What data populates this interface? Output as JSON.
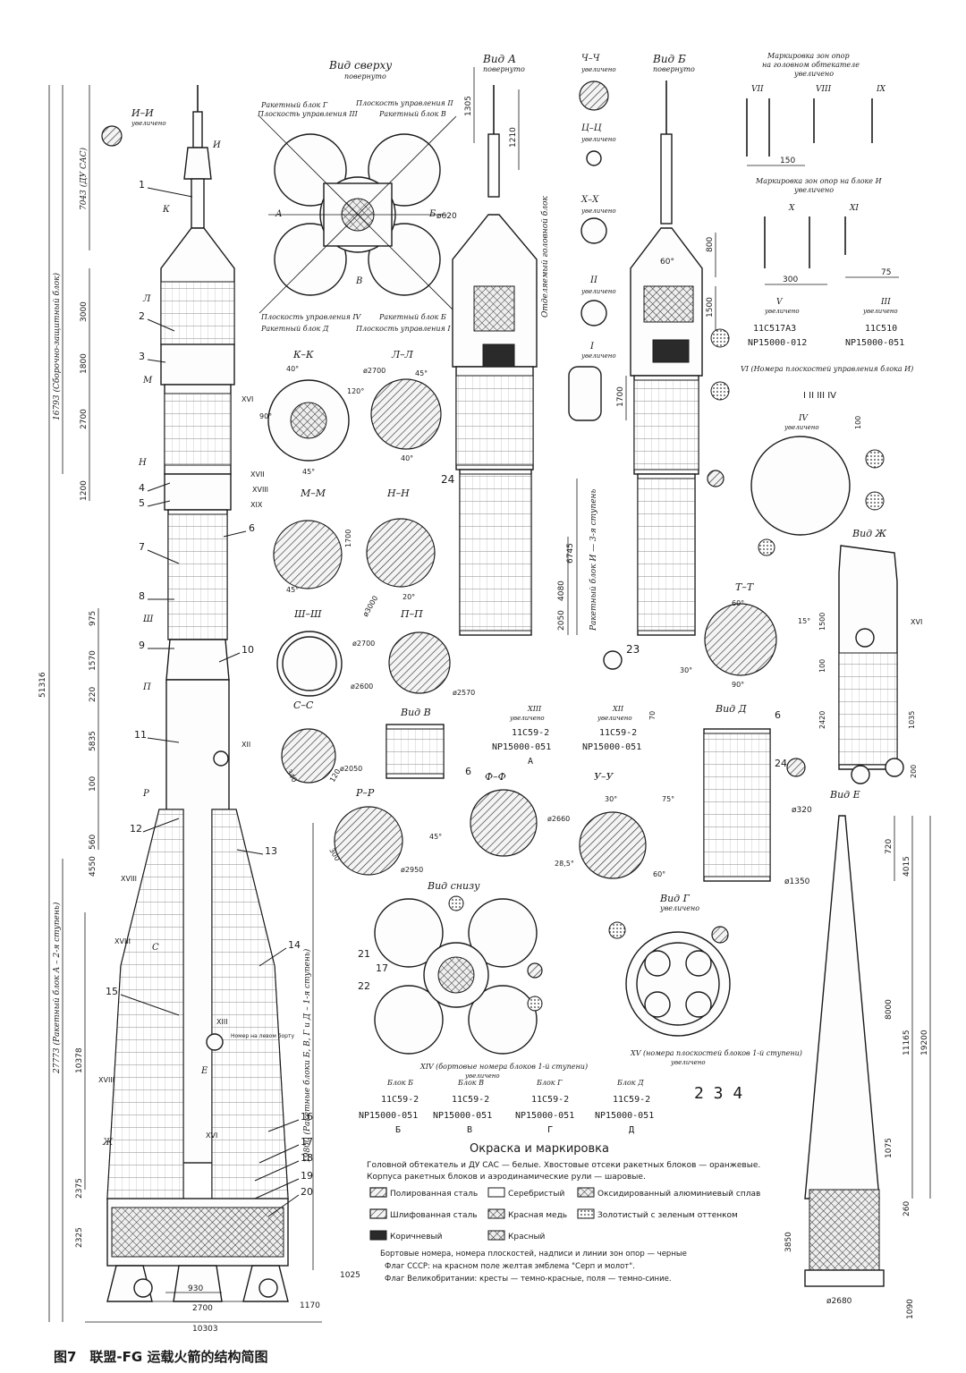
{
  "caption": "图7　联盟-FG 运载火箭的结构简图",
  "views": {
    "top": "Вид сверху",
    "top_sub": "повернуто",
    "a": "Вид А",
    "a_sub": "повернуто",
    "b": "Вид Б",
    "b_sub": "повернуто",
    "bottom": "Вид снизу",
    "g": "Вид Г",
    "g_sub": "увеличено",
    "v": "Вид В",
    "d": "Вид Д",
    "zh": "Вид Ж",
    "e": "Вид Е"
  },
  "top_view_labels": {
    "block_g": "Ракетный блок Г",
    "plane2": "Плоскость управления II",
    "plane3": "Плоскость управления III",
    "block_v": "Ракетный блок В",
    "plane4": "Плоскость управления IV",
    "block_b": "Ракетный блок Б",
    "block_d": "Ракетный блок Д",
    "plane1": "Плоскость управления I",
    "a": "А",
    "b": "Б",
    "v": "В"
  },
  "sections": {
    "ii": "И–И",
    "kk": "К–К",
    "ll": "Л–Л",
    "mm": "М–М",
    "nn": "Н–Н",
    "shsh": "Ш–Ш",
    "pp": "П–П",
    "ss": "С–С",
    "rr": "Р–Р",
    "ff": "Ф–Ф",
    "uu": "У–У",
    "tt": "Т–Т",
    "chch": "Ч–Ч",
    "tsts": "Ц–Ц",
    "xx": "Х–Х",
    "i": "I",
    "ii_roman": "II",
    "enlarged": "увеличено"
  },
  "markings": {
    "support_fairing_title": "Маркировка зон опор",
    "support_fairing_sub": "на головном обтекателе",
    "enlarged": "увеличено",
    "vii": "VII",
    "viii": "VIII",
    "ix": "IX",
    "support_block_title": "Маркировка зон опор на блоке И",
    "x": "X",
    "xi": "XI",
    "dim150": "150",
    "dim300": "300",
    "dim75": "75",
    "v_code1": "11С517А3",
    "v_code2": "NP15000-012",
    "iii_code1": "11С510",
    "iii_code2": "NP15000-051",
    "v_label": "V",
    "iii_label": "III",
    "planes_title": "VI (Номера плоскостей управления блока И)",
    "planes": "I  II  III  IV",
    "iv": "IV",
    "dim100": "100"
  },
  "board_numbers": {
    "xiii": "XIII",
    "xii": "XII",
    "code_a1": "11С59-2",
    "code_a2": "NP15000-051",
    "code_a3": "А",
    "code_b1": "11С59-2",
    "code_b2": "NP15000-051",
    "dim70": "70"
  },
  "blocks": [
    {
      "name": "Блок Б",
      "c1": "11С59-2",
      "c2": "NP15000-051",
      "letter": "Б"
    },
    {
      "name": "Блок В",
      "c1": "11С59-2",
      "c2": "NP15000-051",
      "letter": "В"
    },
    {
      "name": "Блок Г",
      "c1": "11С59-2",
      "c2": "NP15000-051",
      "letter": "Г"
    },
    {
      "name": "Блок Д",
      "c1": "11С59-2",
      "c2": "NP15000-051",
      "letter": "Д"
    }
  ],
  "xiv_title": "XIV (бортовые номера блоков 1-й ступени)",
  "xv_title": "XV (номера плоскостей блоков 1-й ступени)",
  "digits": "2 3 4",
  "paint": {
    "title": "Окраска и маркировка",
    "line1": "Головной обтекатель и ДУ САС — белые. Хвостовые отсеки ракетных блоков — оранжевые.",
    "line2": "Корпуса ракетных блоков  и аэродинамические рули — шаровые.",
    "legend": [
      "Полированная сталь",
      "Серебристый",
      "Оксидированный алюминиевый сплав",
      "Шлифованная сталь",
      "Красная медь",
      "Золотистый с зеленым оттенком",
      "Коричневый",
      "Красный"
    ],
    "note1": "Бортовые номера, номера плоскостей, надписи и линии зон опор — черные",
    "note2": "Флаг СССР: на красном поле желтая  эмблема \"Серп и молот\".",
    "note3": "Флаг Великобритании: кресты  — темно-красные, поля — темно-синие."
  },
  "main_dims": {
    "d51316": "51316",
    "d16793": "16793 (Сборочно-защитный блок)",
    "d7043": "7043 (ДУ САС)",
    "d3000": "3000",
    "d1800": "1800",
    "d2700": "2700",
    "d1200": "1200",
    "d975": "975",
    "d1570": "1570",
    "d220": "220",
    "d5835": "5835",
    "d100": "100",
    "d560": "560",
    "d4550": "4550",
    "d27773": "27773 (Ракетный блок А – 2-я ступень)",
    "d10378": "10378",
    "d19800": "19800 (Ракетные блоки Б, В, Г и Д – 1-я ступень)",
    "d2375": "2375",
    "d2325": "2325",
    "d930": "930",
    "d2700b": "2700",
    "d10303": "10303",
    "d1170": "1170",
    "d1025": "1025"
  },
  "callouts": [
    "1",
    "2",
    "3",
    "4",
    "5",
    "6",
    "7",
    "8",
    "9",
    "10",
    "11",
    "12",
    "13",
    "14",
    "15",
    "16",
    "17",
    "18",
    "19",
    "20",
    "21",
    "22",
    "23",
    "24"
  ],
  "roman_marks": [
    "XVI",
    "XVII",
    "XVIII",
    "XIX",
    "XII",
    "XIII",
    "XVI",
    "XVIII",
    "XVIII",
    "XVIII"
  ],
  "side_note": "Номер на левом борту",
  "section_letters": [
    "И",
    "К",
    "Л",
    "М",
    "Н",
    "Ш",
    "П",
    "Р",
    "С",
    "Е",
    "Ж"
  ],
  "view_a_dims": {
    "d1305": "1305",
    "d1210": "1210",
    "d620": "ø620",
    "dhead": "Отделяемый головной блок",
    "d6745": "6745",
    "dstage3": "Ракетный блок И — 3-я ступень",
    "d4080": "4080",
    "d2050": "2050"
  },
  "view_b_dims": {
    "d800": "800",
    "d1500": "1500",
    "d1700": "1700",
    "a60": "60°"
  },
  "view_e_dims": {
    "d320": "ø320",
    "d1350": "ø1350",
    "d720": "720",
    "d4015": "4015",
    "d8000": "8000",
    "d11165": "11165",
    "d19200": "19200",
    "d1075": "1075",
    "d3850": "3850",
    "d260": "260",
    "d2680": "ø2680",
    "d1090": "1090"
  },
  "view_zh_dims": {
    "d1500": "1500",
    "d100": "100",
    "d2420": "2420",
    "d1035": "1035",
    "d200": "200"
  },
  "section_dims": {
    "a40": "40°",
    "a120": "120°",
    "a90": "90°",
    "a45": "45°",
    "d2700": "ø2700",
    "a45b": "45°",
    "a40b": "40°",
    "d1700": "1700",
    "a45c": "45°",
    "d3000": "ø3000",
    "a20": "20°",
    "d2700b": "ø2700",
    "d2600": "ø2600",
    "d2570": "ø2570",
    "d340": "340",
    "d120": "120",
    "d2050": "ø2050",
    "d300": "300",
    "d2950": "ø2950",
    "a45d": "45°",
    "d2660": "ø2660",
    "a28": "28,5°",
    "a30": "30°",
    "a75": "75°",
    "a60": "60°",
    "a60b": "60°",
    "a15": "15°",
    "a30b": "30°",
    "a90b": "90°"
  }
}
